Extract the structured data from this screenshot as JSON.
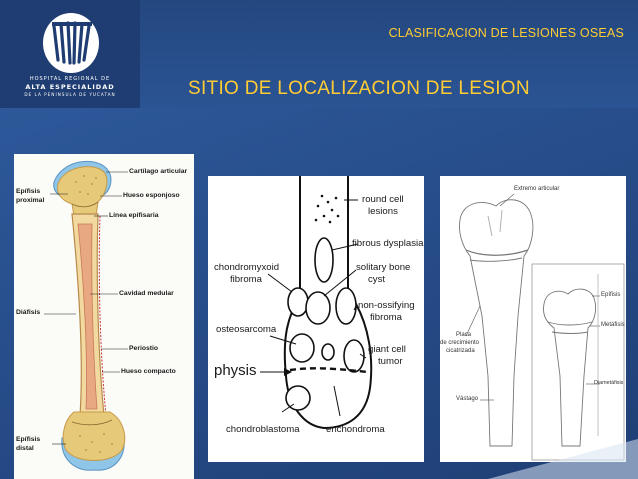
{
  "header": {
    "logo": {
      "line1": "HOSPITAL REGIONAL DE",
      "line2": "ALTA ESPECIALIDAD",
      "line3": "DE LA PENINSULA DE YUCATAN"
    },
    "top_title": "CLASIFICACION DE LESIONES OSEAS",
    "main_title": "SITIO DE LOCALIZACION DE LESION"
  },
  "femur_panel": {
    "labels": {
      "epifisis_proximal_1": "Epífisis",
      "epifisis_proximal_2": "proximal",
      "diafisis": "Diáfisis",
      "epifisis_distal_1": "Epífisis",
      "epifisis_distal_2": "distal",
      "cartilago": "Cartílago articular",
      "hueso_esponjoso": "Hueso esponjoso",
      "linea_epifisaria": "Línea epifisaria",
      "cavidad_medular": "Cavidad medular",
      "periostio": "Periostio",
      "hueso_compacto": "Hueso compacto"
    },
    "colors": {
      "bone": "#f2d9a0",
      "marrow": "#e8a882",
      "cartilage": "#8fc6e8",
      "spongy": "#e6c979"
    }
  },
  "lesion_panel": {
    "labels": {
      "round_cell_1": "round cell",
      "round_cell_2": "lesions",
      "fibrous_dysplasia": "fibrous dysplasia",
      "chondromyxoid_1": "chondromyxoid",
      "chondromyxoid_2": "fibroma",
      "solitary_1": "solitary bone",
      "solitary_2": "cyst",
      "non_ossifying_1": "non-ossifying",
      "non_ossifying_2": "fibroma",
      "osteosarcoma": "osteosarcoma",
      "giant_cell_1": "giant cell",
      "giant_cell_2": "tumor",
      "physis": "physis",
      "chondroblastoma": "chondroblastoma",
      "enchondroma": "enchondroma"
    }
  },
  "tibia_panel": {
    "labels": {
      "extremo_articular": "Extremo articular",
      "placa_1": "Placa",
      "placa_2": "de crecimiento",
      "placa_3": "cicatrizada",
      "vastago": "Vástago",
      "epifisis": "Epífisis",
      "metafisis": "Metáfisis",
      "diametafisis": "Diametáfisis"
    }
  }
}
